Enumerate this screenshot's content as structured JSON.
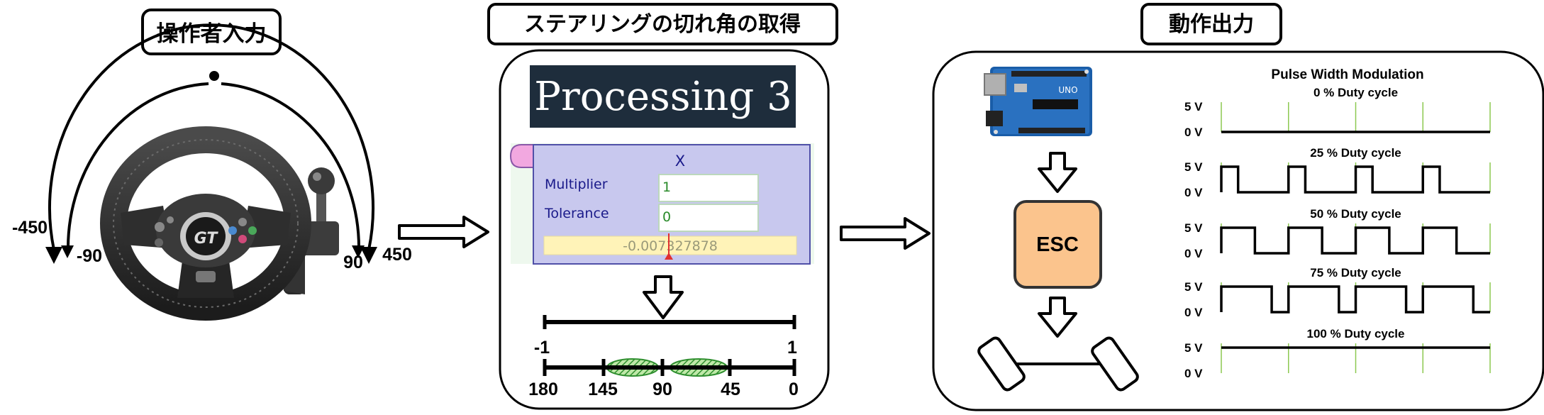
{
  "sections": {
    "input": {
      "title": "操作者入力"
    },
    "acquire": {
      "title": "ステアリングの切れ角の取得"
    },
    "output": {
      "title": "動作出力"
    }
  },
  "wheel": {
    "outer_left": "-450",
    "outer_right": "450",
    "inner_left": "-90",
    "inner_right": "90"
  },
  "processing": {
    "logo_text": "Processing 3",
    "panel_header": "X",
    "multiplier_label": "Multiplier",
    "multiplier_value": "1",
    "tolerance_label": "Tolerance",
    "tolerance_value": "0",
    "readout": "-0.007327878"
  },
  "scale": {
    "top_left": "-1",
    "top_right": "1",
    "bottom_ticks": [
      "180",
      "145",
      "90",
      "45",
      "0"
    ]
  },
  "arduino": {
    "board_label": "UNO"
  },
  "esc": {
    "label": "ESC"
  },
  "pwm": {
    "title": "Pulse Width Modulation",
    "high_label": "5 V",
    "low_label": "0 V",
    "rows": [
      {
        "label": "0 % Duty cycle",
        "duty": 0
      },
      {
        "label": "25 % Duty cycle",
        "duty": 0.25
      },
      {
        "label": "50 % Duty cycle",
        "duty": 0.5
      },
      {
        "label": "75 % Duty cycle",
        "duty": 0.75
      },
      {
        "label": "100 % Duty cycle",
        "duty": 1
      }
    ]
  },
  "colors": {
    "esc_fill": "#fbc48d",
    "panel_bg": "#c8c8ee",
    "panel_border": "#5050a8",
    "readout_bg": "#fff3b8",
    "logo_bg": "#1e2d3c",
    "grid_green": "#8cc850",
    "hatch_green": "#3a9a3a"
  }
}
